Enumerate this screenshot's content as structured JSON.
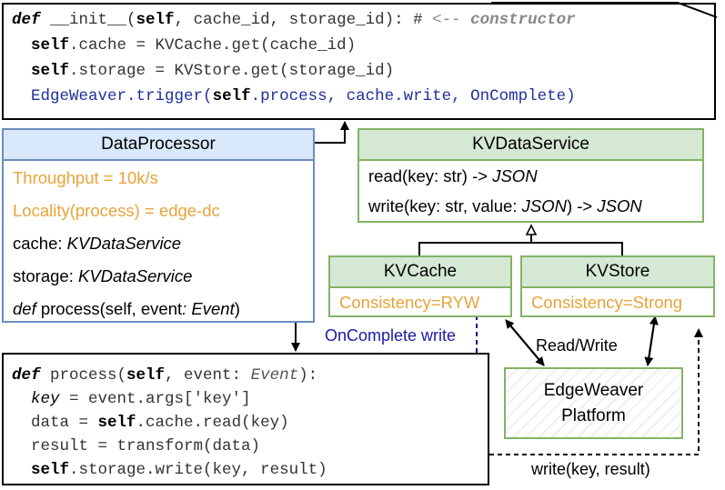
{
  "init_code": {
    "line1": {
      "def": "def",
      "sig": " __init__(",
      "self": "self",
      "args": ", cache_id, storage_id): ",
      "hash": "#",
      "arrow": " <-- ",
      "comment": "constructor"
    },
    "line2": {
      "indent": "  ",
      "self": "self",
      "rest": ".cache = KVCache.get(cache_id)"
    },
    "line3": {
      "indent": "  ",
      "self": "self",
      "rest": ".storage = KVStore.get(storage_id)"
    },
    "line4": {
      "indent": "  ",
      "pre": "EdgeWeaver.trigger(",
      "self": "self",
      "post": ".process, cache.write, OnComplete)"
    }
  },
  "data_processor": {
    "title": "DataProcessor",
    "throughput": "Throughput = 10k/s",
    "locality": "Locality(process) = edge-dc",
    "cache_name": "cache: ",
    "cache_type": "KVDataService",
    "storage_name": "storage: ",
    "storage_type": "KVDataService",
    "process_def": "def",
    "process_sig": " process(self, event",
    "process_colon": ": ",
    "process_type": "Event",
    "process_close": ")"
  },
  "kv_data_service": {
    "title": "KVDataService",
    "read_pre": "read(key: str) -> ",
    "read_type": "JSON",
    "write_pre": "write(key: str, value: ",
    "write_type1": "JSON",
    "write_mid": ") -> ",
    "write_type2": "JSON"
  },
  "kv_cache": {
    "title": "KVCache",
    "consistency": "Consistency=RYW"
  },
  "kv_store": {
    "title": "KVStore",
    "consistency": "Consistency=Strong"
  },
  "platform": {
    "line1": "EdgeWeaver",
    "line2": "Platform"
  },
  "labels": {
    "oncomplete": "OnComplete write",
    "readwrite": "Read/Write",
    "writeresult": "write(key, result)"
  },
  "process_code": {
    "line1": {
      "def": "def",
      "sig": " process(",
      "self": "self",
      "mid": ", event: ",
      "type": "Event",
      "close": "):"
    },
    "line2": {
      "indent": "  ",
      "key": "key",
      "rest": " = event.args['key']"
    },
    "line3": {
      "indent": "  ",
      "pre": "data = ",
      "self": "self",
      "rest": ".cache.read(key)"
    },
    "line4": {
      "indent": "  ",
      "text": "result = transform(data)"
    },
    "line5": {
      "indent": "  ",
      "self": "self",
      "rest": ".storage.write(key, result)"
    }
  },
  "colors": {
    "blue_header": "#dae8fc",
    "blue_border": "#6c8ebf",
    "green_header": "#d5e8d4",
    "green_border": "#82b366",
    "orange_text": "#e8a33a",
    "dark_blue": "#00008b"
  }
}
